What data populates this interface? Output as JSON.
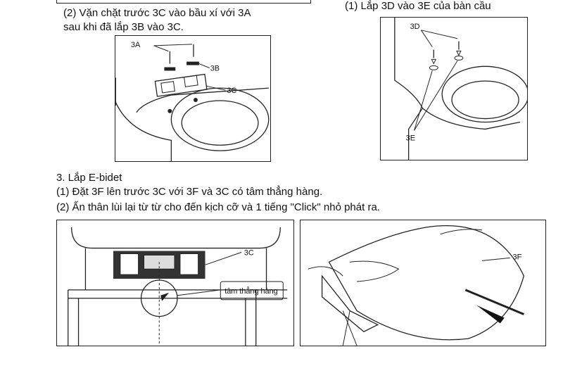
{
  "step2_section": {
    "line1": "(2) Vặn chặt trước 3C vào bầu xí với 3A",
    "line2": "sau khi đã lắp 3B vào 3C.",
    "labels": {
      "a": "3A",
      "b": "3B",
      "c": "3C"
    }
  },
  "step1_section": {
    "heading": "(1) Lắp 3D vào 3E của bàn cầu",
    "labels": {
      "d": "3D",
      "e": "3E"
    }
  },
  "step3": {
    "heading": "3. Lắp E-bidet",
    "sub1": "(1) Đặt 3F lên trước 3C với 3F và 3C có tâm thẳng hàng.",
    "sub2": "(2) Ấn thân lùi lại từ từ cho đến kịch cỡ và 1 tiếng \"Click\" nhỏ phát ra."
  },
  "figure_align": {
    "label_c": "3C",
    "callout": "tâm thẳng hàng"
  },
  "figure_push": {
    "label_f": "3F"
  }
}
